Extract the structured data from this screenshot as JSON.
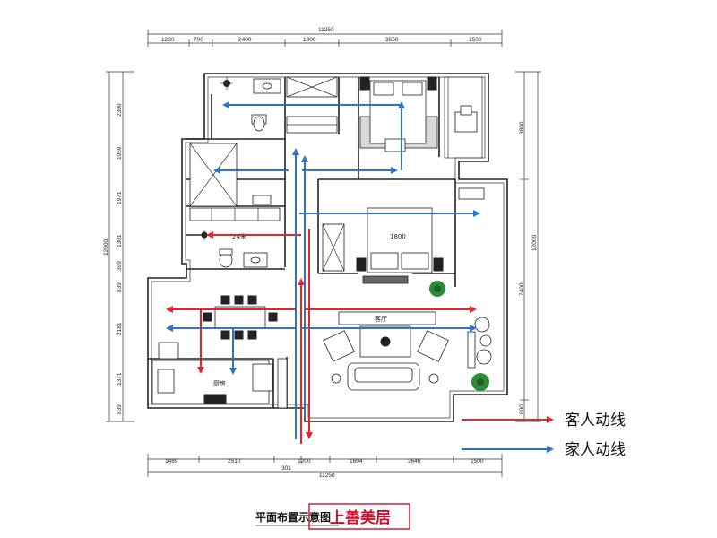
{
  "dimensions": {
    "top_total": "11250",
    "top_segments": [
      "1200",
      "700",
      "2400",
      "1800",
      "3650",
      "1500"
    ],
    "bottom_segments": [
      "1489",
      "2510",
      "1200",
      "1604",
      "2646",
      "1500"
    ],
    "bottom_sub": "301",
    "bottom_total": "11250",
    "left_total": "12000",
    "left_segments": [
      "2300",
      "1059",
      "1971",
      "1301",
      "399",
      "839",
      "2181",
      "1371",
      "839"
    ],
    "right_total": "12000",
    "right_segments": [
      "3800",
      "7400",
      "800"
    ]
  },
  "rooms": {
    "living": "客厅",
    "bed_size": "1800",
    "bath_label": "24米",
    "kitchen": "厨房"
  },
  "legend": {
    "guest": {
      "label": "客人动线",
      "color": "#e3262b"
    },
    "family": {
      "label": "家人动线",
      "color": "#2f73c4"
    }
  },
  "title": "平面布置示意图",
  "stamp": "上善美居"
}
